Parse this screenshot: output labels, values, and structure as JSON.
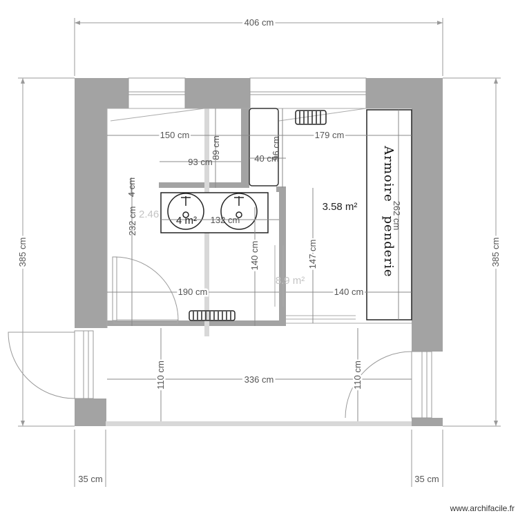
{
  "dimensions": {
    "overall_width": "406 cm",
    "left_height": "385 cm",
    "right_height": "385 cm",
    "bottom_left_wall": "35 cm",
    "bottom_right_wall": "35 cm",
    "top_left_width": "150 cm",
    "top_right_width": "179 cm",
    "alcove_height": "89 cm",
    "alcove_width": "93 cm",
    "closet_width": "40 cm",
    "closet_height": "96 cm",
    "small_4": "4 cm",
    "vanity_depth": "232 cm",
    "vanity_width": "132 cm",
    "partition_height": "140 cm",
    "opening_height": "147 cm",
    "wardrobe_len": "262 cm",
    "lower_left_width": "190 cm",
    "lower_right_width": "140 cm",
    "hall_width": "336 cm",
    "hall_left_depth": "110 cm",
    "hall_right_depth": "110 cm"
  },
  "areas": {
    "bathroom": "3.58 m²",
    "vanity_area": "4 m²",
    "area_partial": "2.46",
    "room": "8.9 m²"
  },
  "wardrobe": {
    "line1": "Armoire",
    "line2": "penderie"
  },
  "credit": "www.archifacile.fr"
}
